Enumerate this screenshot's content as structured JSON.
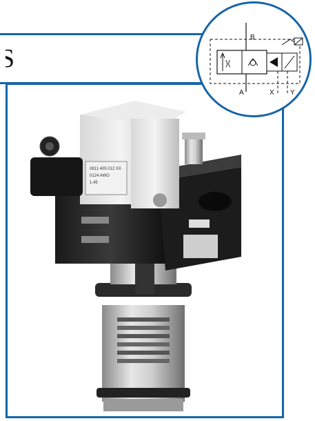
{
  "header": {
    "title": "S"
  },
  "colors": {
    "frame": "#1565a8"
  },
  "symbol": {
    "port_b": "B",
    "port_a": "A",
    "port_x": "X",
    "port_y": "Y"
  },
  "product": {
    "label_lines": [
      "0811 405 012 XX",
      "0124 AWO",
      "1.45"
    ]
  }
}
